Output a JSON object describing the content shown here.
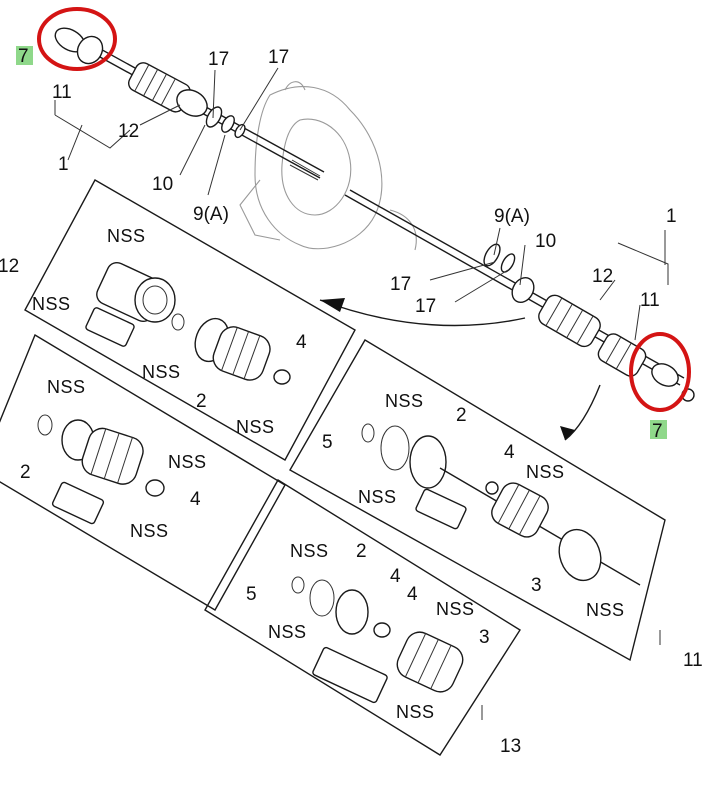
{
  "diagram": {
    "assembly_callouts": {
      "shaft_assembly": "1",
      "outer_joint": "11",
      "boot_kit_cv": "12",
      "inner_joint": "13",
      "boot": "2",
      "boot_outer": "3",
      "band": "4",
      "snap_ring": "5",
      "highlighted_part": "7",
      "bearing_a": "9(A)",
      "seal": "10",
      "ring_17": "17"
    },
    "nss": "NSS",
    "highlight_color": "#d41414",
    "badge_color": "#8fd88a"
  }
}
